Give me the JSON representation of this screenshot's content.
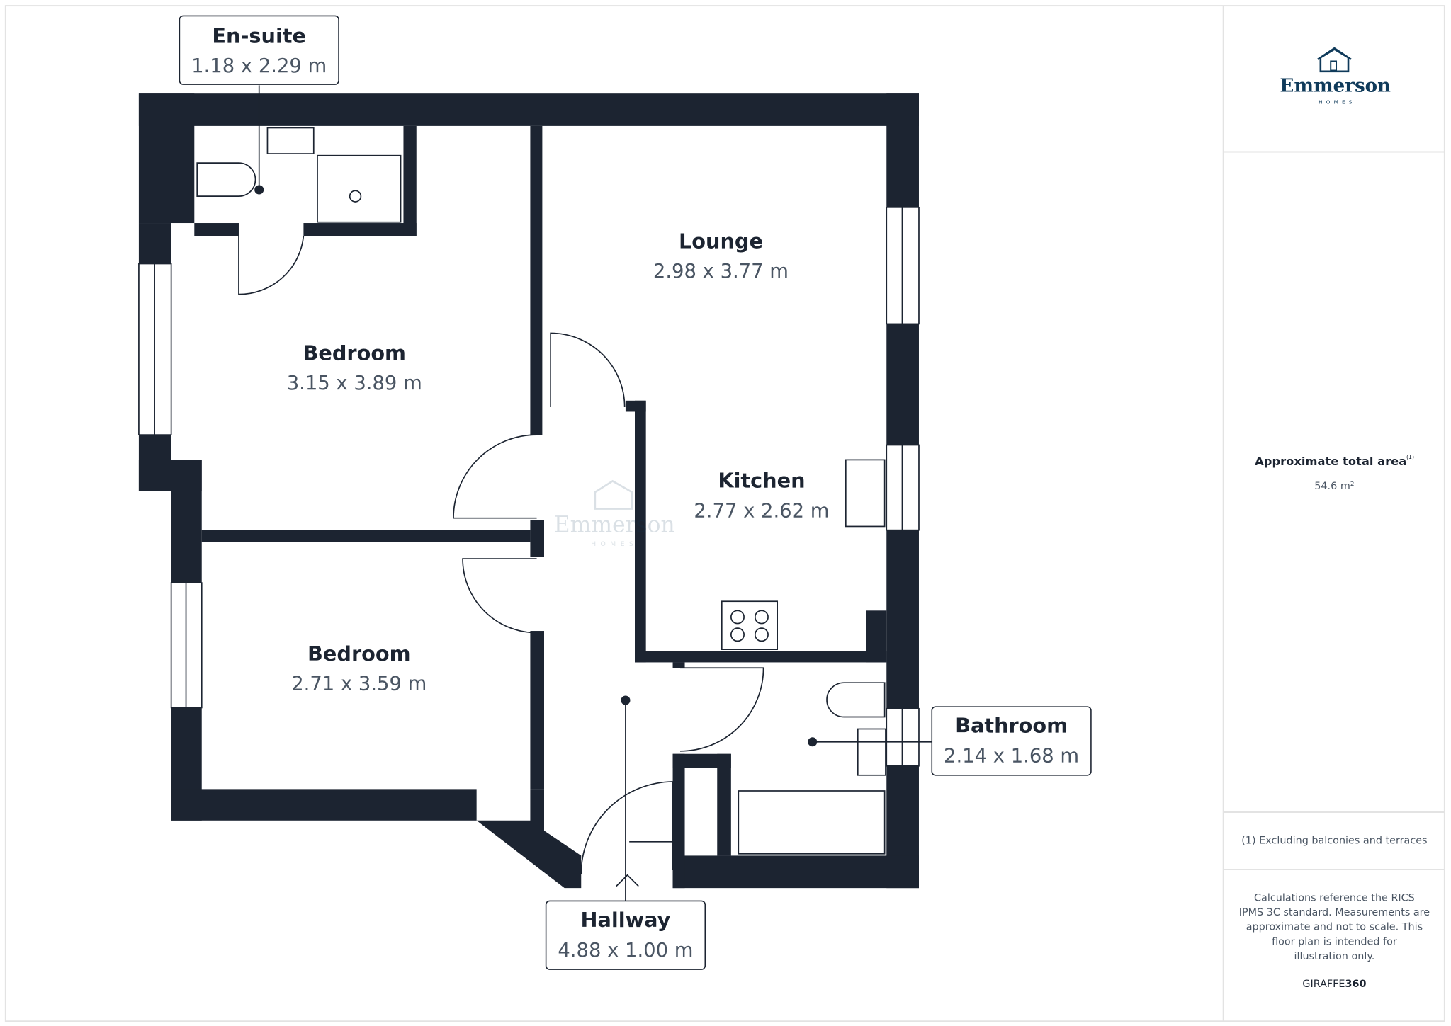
{
  "brand": {
    "name": "Emmerson",
    "sub": "HOMES",
    "color": "#0f3a5a"
  },
  "rooms": [
    {
      "name": "En-suite",
      "dims": "1.18 x 2.29 m"
    },
    {
      "name": "Lounge",
      "dims": "2.98 x 3.77 m"
    },
    {
      "name": "Bedroom",
      "dims": "3.15 x 3.89 m"
    },
    {
      "name": "Kitchen",
      "dims": "2.77 x 2.62 m"
    },
    {
      "name": "Bedroom",
      "dims": "2.71 x 3.59 m"
    },
    {
      "name": "Bathroom",
      "dims": "2.14 x 1.68 m"
    },
    {
      "name": "Hallway",
      "dims": "4.88 x 1.00 m"
    }
  ],
  "area": {
    "label": "Approximate total area",
    "sup": "(1)",
    "value": "54.6 m²"
  },
  "footnote": "(1) Excluding balconies and terraces",
  "disclaimer": "Calculations reference the RICS IPMS 3C standard. Measurements are approximate and not to scale. This floor plan is intended for illustration only.",
  "credit": {
    "a": "GIRAFFE",
    "b": "360"
  }
}
